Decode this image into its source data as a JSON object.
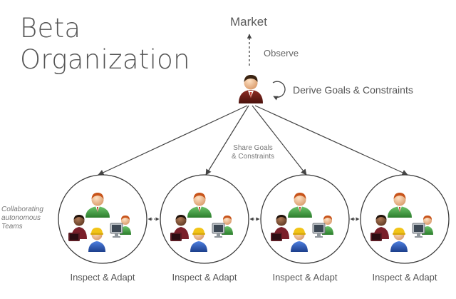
{
  "title": {
    "line1": "Beta",
    "line2": "Organization"
  },
  "labels": {
    "market": "Market",
    "observe": "Observe",
    "derive": "Derive Goals & Constraints",
    "share_line1": "Share Goals",
    "share_line2": "& Constraints",
    "collab_line1": "Collaborating",
    "collab_line2": "autonomous",
    "collab_line3": "Teams"
  },
  "teams": [
    {
      "label": "Inspect & Adapt"
    },
    {
      "label": "Inspect & Adapt"
    },
    {
      "label": "Inspect & Adapt"
    },
    {
      "label": "Inspect & Adapt"
    }
  ],
  "colors": {
    "arrow": "#444444",
    "circle_stroke": "#3a3a3a",
    "green_shirt": "#3f9b3f",
    "orange_hair": "#c8541b",
    "skin": "#f1c39a",
    "dark_skin": "#8a5a3c",
    "maroon": "#7a1f2a",
    "blue_shirt": "#2a59b5",
    "hardhat": "#f2c418",
    "manager_suit": "#6b1d17"
  }
}
